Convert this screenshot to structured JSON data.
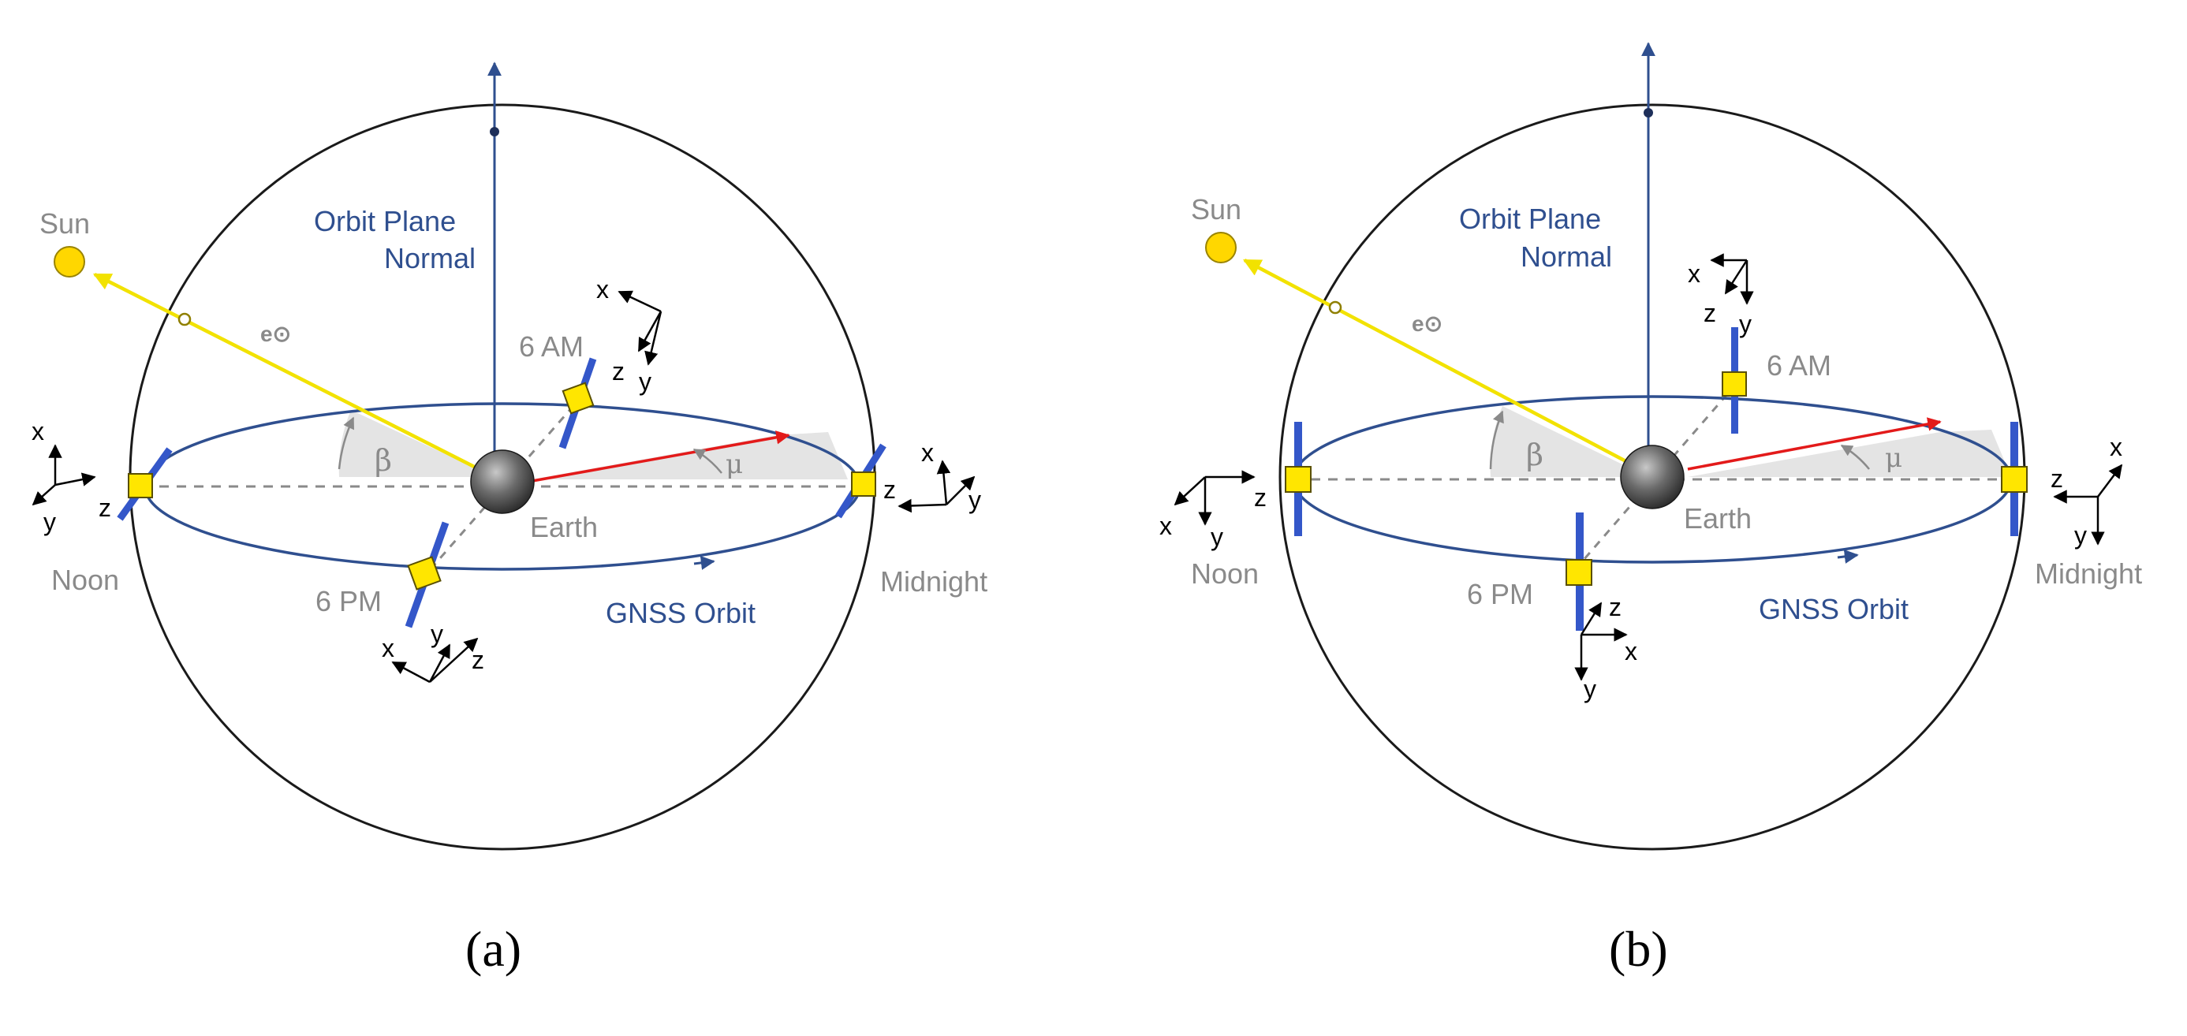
{
  "colors": {
    "orbit": "#2f4f8f",
    "sun": "#ffd700",
    "sun_vector": "#f2e200",
    "red_vector": "#e31a1a",
    "panel": "#3457c9",
    "satellite_body": "#ffe600",
    "label_gray": "#8a8a8a"
  },
  "icons": [
    "sun-icon",
    "earth-icon",
    "satellite-icon",
    "solar-panel-icon"
  ],
  "panels": [
    {
      "caption": "(a)",
      "sun": "Sun",
      "orbit_normal_line1": "Orbit Plane",
      "orbit_normal_line2": "Normal",
      "sun_vector": "e⊙",
      "beta": "β",
      "mu": "μ",
      "earth": "Earth",
      "orbit": "GNSS Orbit",
      "noon": "Noon",
      "midnight": "Midnight",
      "six_am": "6 AM",
      "six_pm": "6 PM",
      "noon_axes": {
        "x": "x",
        "y": "y",
        "z": "z"
      },
      "midnight_axes": {
        "x": "x",
        "y": "y",
        "z": "z"
      },
      "am_axes": {
        "x": "x",
        "y": "y",
        "z": "z"
      },
      "pm_axes": {
        "x": "x",
        "y": "y",
        "z": "z"
      }
    },
    {
      "caption": "(b)",
      "sun": "Sun",
      "orbit_normal_line1": "Orbit Plane",
      "orbit_normal_line2": "Normal",
      "sun_vector": "e⊙",
      "beta": "β",
      "mu": "μ",
      "earth": "Earth",
      "orbit": "GNSS Orbit",
      "noon": "Noon",
      "midnight": "Midnight",
      "six_am": "6 AM",
      "six_pm": "6 PM",
      "noon_axes": {
        "x": "x",
        "y": "y",
        "z": "z"
      },
      "midnight_axes": {
        "x": "x",
        "y": "y",
        "z": "z"
      },
      "am_axes": {
        "x": "x",
        "y": "y",
        "z": "z"
      },
      "pm_axes": {
        "x": "x",
        "y": "y",
        "z": "z"
      }
    }
  ]
}
